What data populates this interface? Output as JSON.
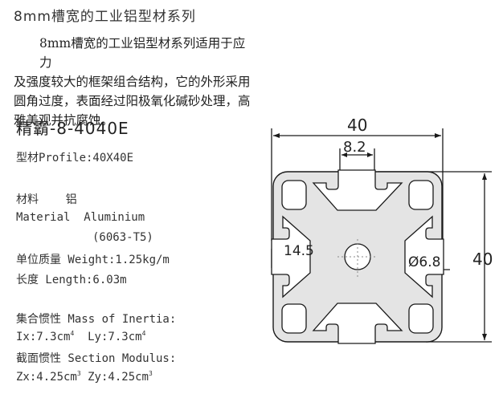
{
  "title": "8mm槽宽的工业铝型材系列",
  "description": {
    "lines": [
      "8mm槽宽的工业铝型材系列适用于应力",
      "及强度较大的框架组合结构，它的外形采用",
      "圆角过度，表面经过阳极氧化碱砂处理，高",
      "雅美观并抗腐蚀。"
    ]
  },
  "model": "精霸-8-4040E",
  "specs": {
    "profile": "型材Profile:40X40E",
    "material_cn": "材料    铝",
    "material_en": "Material  Aluminium",
    "material_grade": "(6063-T5)",
    "weight": "单位质量 Weight:1.25kg/m",
    "length": "长度 Length:6.03m",
    "inertia_label": "集合惯性 Mass of Inertia:",
    "ix": "Ix:7.3cm",
    "ix_sup": "4",
    "ly": "Ly:7.3cm",
    "ly_sup": "4",
    "modulus_label": "截面惯性 Section Modulus:",
    "zx": "Zx:4.25cm",
    "zx_sup": "3",
    "zy": "Zy:4.25cm",
    "zy_sup": "3"
  },
  "drawing": {
    "width_dim": "40",
    "slot_dim": "8.2",
    "height_dim": "40",
    "center_dim": "14.5",
    "hole_dim": "Ø6.8",
    "colors": {
      "fill": "#e4e4e4",
      "stroke": "#1a1a1a"
    }
  }
}
